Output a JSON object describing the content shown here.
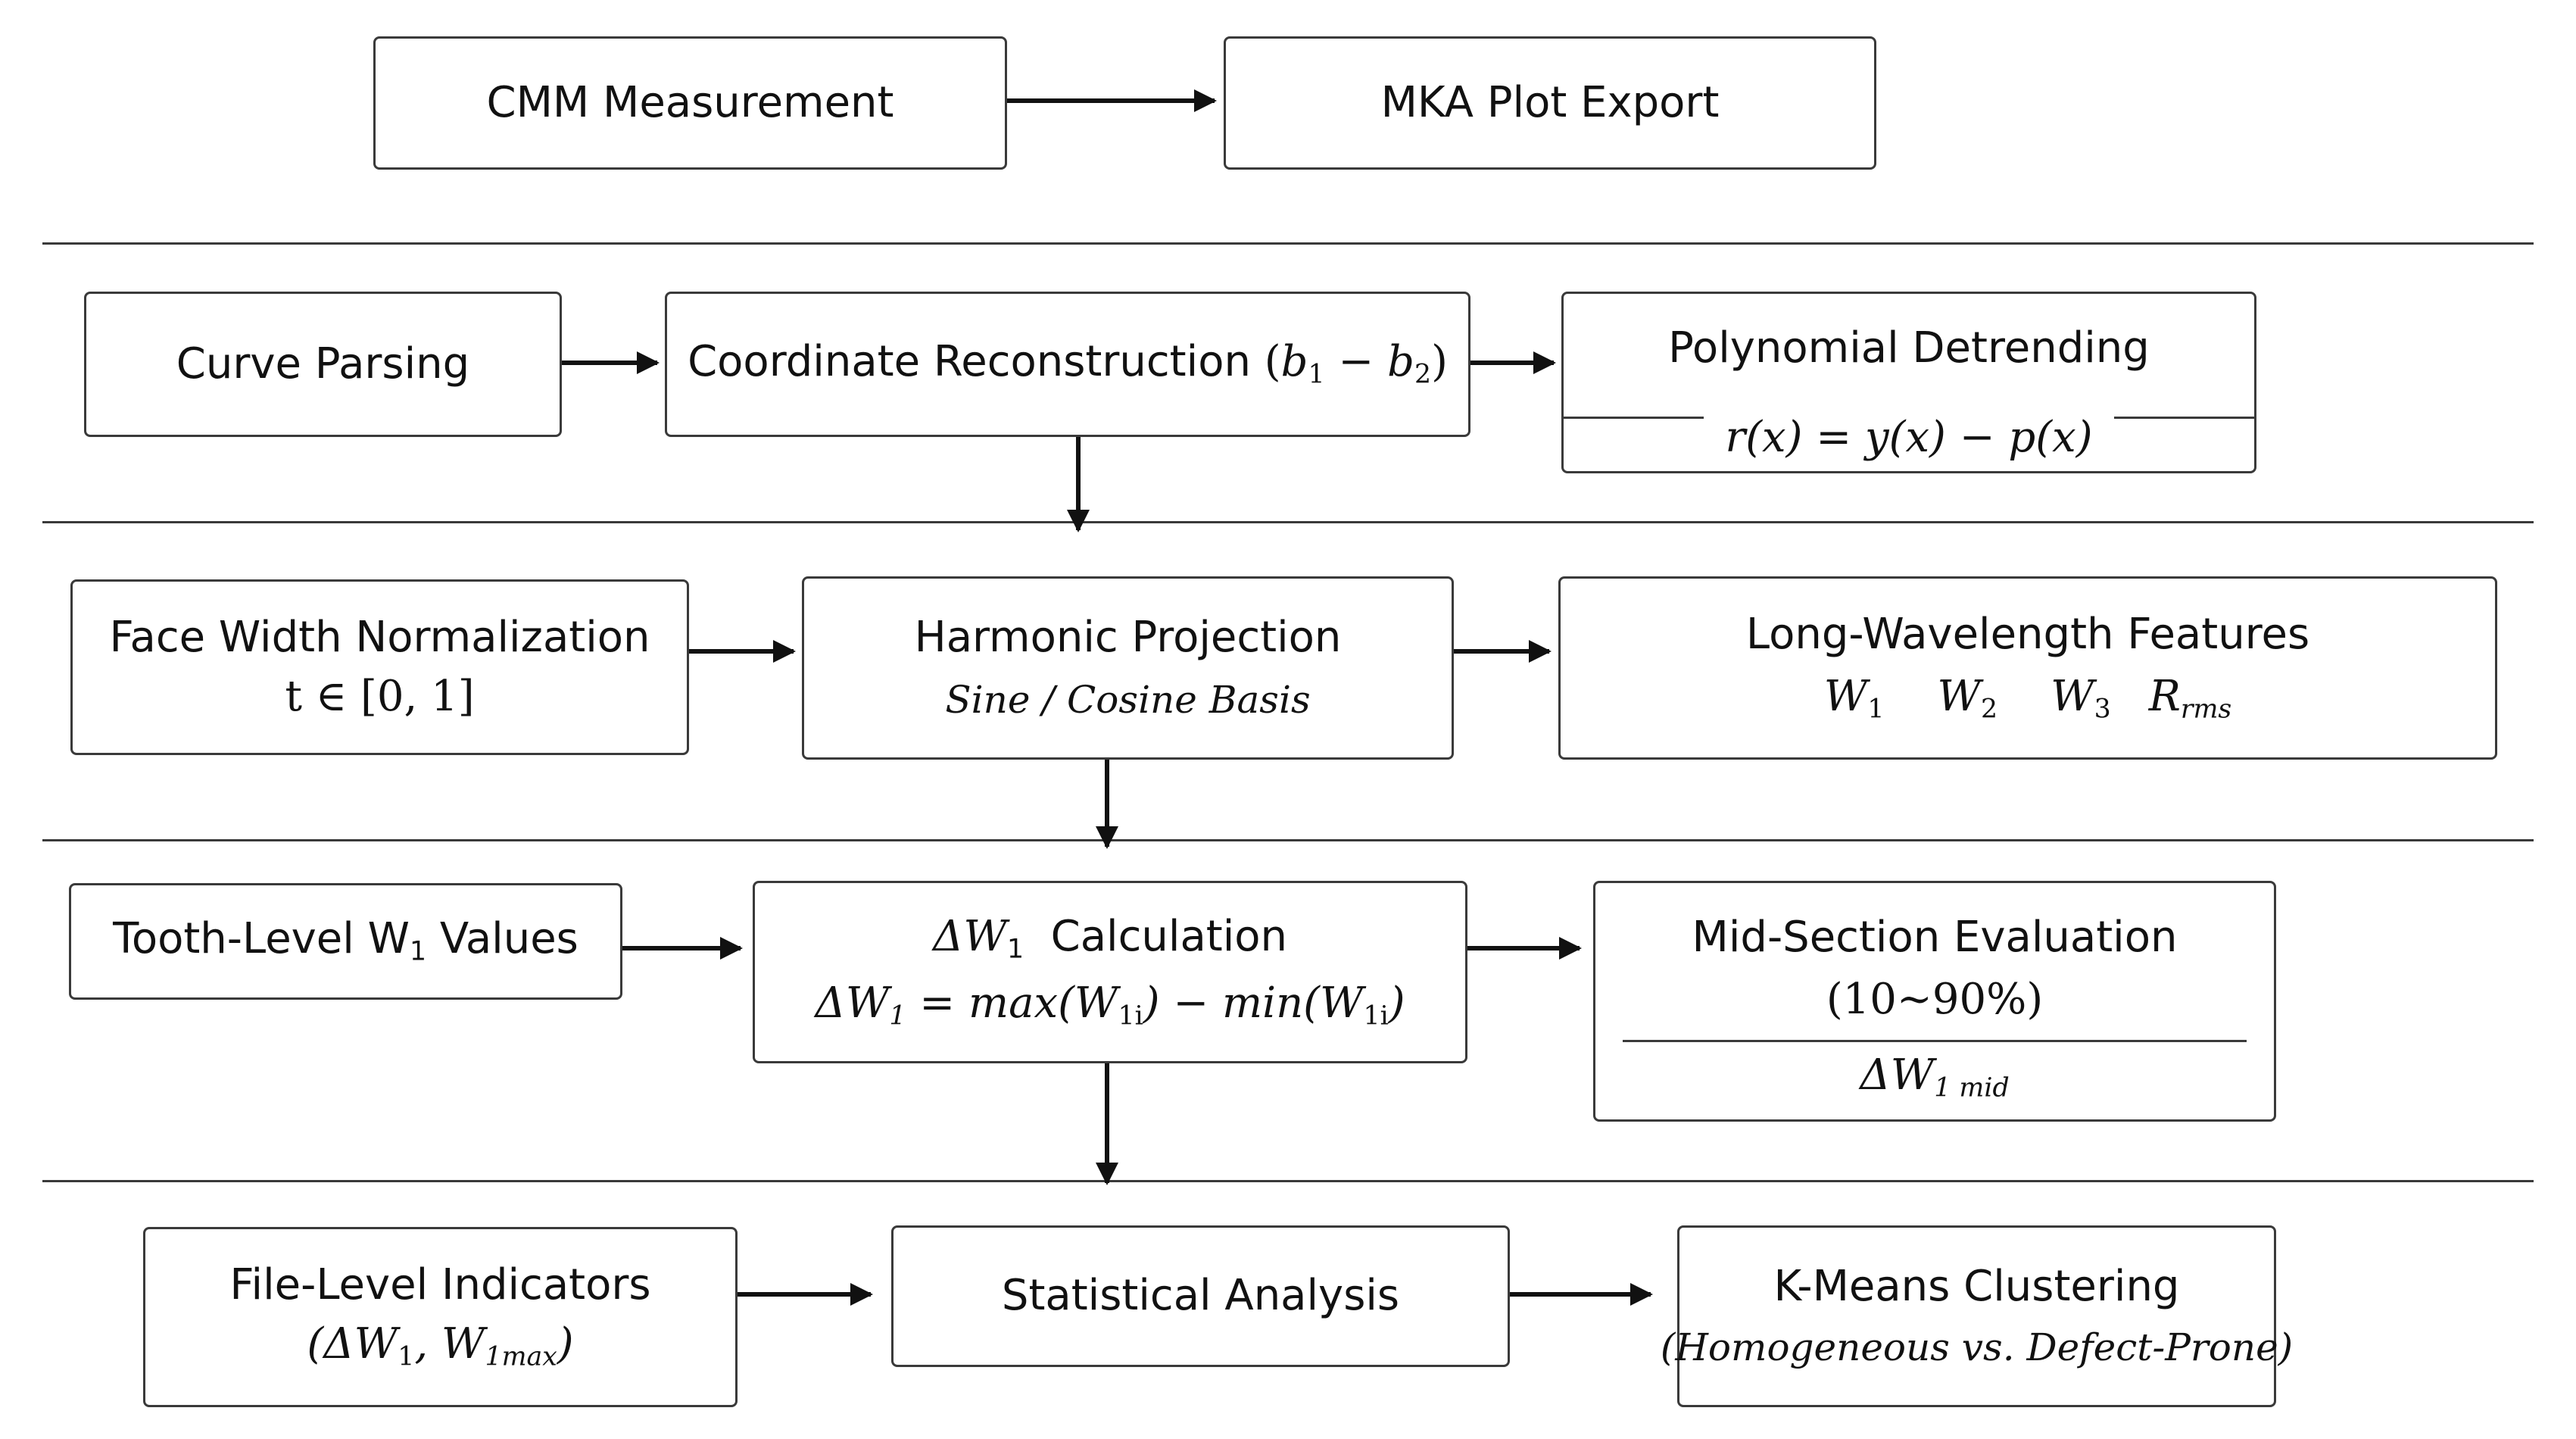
{
  "row0": {
    "cmm": "CMM Measurement",
    "mka": "MKA Plot Export"
  },
  "row1": {
    "curve": "Curve Parsing",
    "coord": {
      "label": "Coordinate Reconstruction",
      "paren_open": "(",
      "b1": "b",
      "b1_sub": "1",
      "minus": " − ",
      "b2": "b",
      "b2_sub": "2",
      "paren_close": ")"
    },
    "poly": {
      "title": "Polynomial Detrending",
      "formula": "r(x) = y(x) − p(x)"
    }
  },
  "row2": {
    "face": {
      "title": "Face Width Normalization",
      "formula": "t ∈ [0, 1]"
    },
    "harmonic": {
      "title": "Harmonic Projection",
      "subtitle": "Sine / Cosine Basis"
    },
    "long": {
      "title": "Long-Wavelength Features",
      "w": "W",
      "w1_sub": "1",
      "w2_sub": "2",
      "w3_sub": "3",
      "r": "R",
      "r_sub": "rms"
    }
  },
  "row3": {
    "tooth": {
      "pre": "Tooth-Level W",
      "sub": "1",
      "post": " Values"
    },
    "delta": {
      "title_sym": "ΔW",
      "title_sub": "1",
      "title_post": "Calculation",
      "f_lhs": "ΔW",
      "f_lhs_sub": "1",
      "f_eq": " = ",
      "f_max": "max(W",
      "f_max_sub": "1i",
      "f_mid": ") − min(W",
      "f_min_sub": "1i",
      "f_end": ")"
    },
    "midsec": {
      "title": "Mid-Section Evaluation",
      "range": "(10~90%)",
      "sym": "ΔW",
      "sym_sub": "1 mid"
    }
  },
  "row4": {
    "file": {
      "title": "File-Level Indicators",
      "open": "(ΔW",
      "s1": "1",
      "comma": ", W",
      "s2": "1max",
      "close": ")"
    },
    "stat": "Statistical Analysis",
    "kmeans": {
      "title": "K-Means Clustering",
      "subtitle": "(Homogeneous vs. Defect-Prone)"
    }
  }
}
